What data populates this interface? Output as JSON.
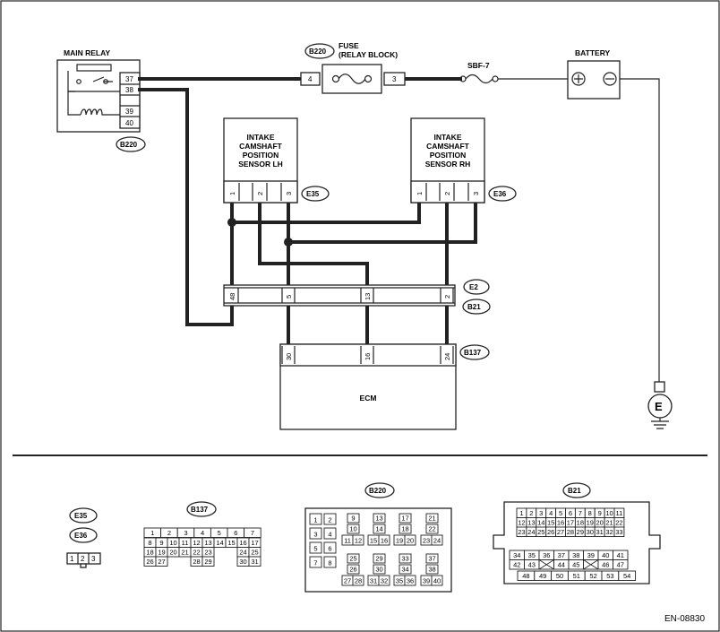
{
  "main_relay": {
    "title": "MAIN RELAY",
    "pins": [
      "37",
      "38",
      "39",
      "40"
    ],
    "connector": "B220"
  },
  "fuse": {
    "connector": "B220",
    "title_line1": "FUSE",
    "title_line2": "(RELAY BLOCK)",
    "pin_left": "4",
    "pin_right": "3"
  },
  "sbf": {
    "label": "SBF-7"
  },
  "battery": {
    "title": "BATTERY"
  },
  "sensor_lh": {
    "lines": [
      "INTAKE",
      "CAMSHAFT",
      "POSITION",
      "SENSOR LH"
    ],
    "pins": [
      "1",
      "2",
      "3"
    ],
    "connector": "E35"
  },
  "sensor_rh": {
    "lines": [
      "INTAKE",
      "CAMSHAFT",
      "POSITION",
      "SENSOR RH"
    ],
    "pins": [
      "1",
      "2",
      "3"
    ],
    "connector": "E36"
  },
  "joint": {
    "pins": [
      "48",
      "5",
      "13",
      "2"
    ],
    "connector_top": "E2",
    "connector_bottom": "B21"
  },
  "ecm": {
    "title": "ECM",
    "pins": [
      "30",
      "16",
      "24"
    ],
    "connector": "B137"
  },
  "ground": {
    "label": "E"
  },
  "legend": {
    "e35": "E35",
    "e36": "E36",
    "e35_pins": [
      "1",
      "2",
      "3"
    ],
    "b137": {
      "label": "B137",
      "rows": [
        [
          "1",
          "2",
          "3",
          "4",
          "5",
          "6",
          "7"
        ],
        [
          "8",
          "9",
          "10",
          "11",
          "12",
          "13",
          "14",
          "15",
          "16",
          "17"
        ],
        [
          "18",
          "19",
          "20",
          "21",
          "22",
          "23",
          "",
          "",
          "24",
          "25"
        ],
        [
          "26",
          "27",
          "",
          "",
          "28",
          "29",
          "",
          "",
          "30",
          "31"
        ]
      ]
    },
    "b220": {
      "label": "B220",
      "left_pins": [
        "1",
        "2",
        "3",
        "4",
        "5",
        "6",
        "7",
        "8"
      ],
      "group_pins": [
        "9",
        "10",
        "11",
        "12",
        "13",
        "14",
        "15",
        "16",
        "17",
        "18",
        "19",
        "20",
        "21",
        "22",
        "23",
        "24",
        "25",
        "26",
        "27",
        "28",
        "29",
        "30",
        "31",
        "32",
        "33",
        "34",
        "35",
        "36",
        "37",
        "38",
        "39",
        "40"
      ]
    },
    "b21": {
      "label": "B21",
      "row1": [
        "1",
        "2",
        "3",
        "4",
        "5",
        "6",
        "7",
        "8",
        "9",
        "10",
        "11"
      ],
      "row2": [
        "12",
        "13",
        "14",
        "15",
        "16",
        "17",
        "18",
        "19",
        "20",
        "21",
        "22"
      ],
      "row3": [
        "23",
        "24",
        "25",
        "26",
        "27",
        "28",
        "29",
        "30",
        "31",
        "32",
        "33"
      ],
      "row4": [
        "34",
        "35",
        "36",
        "37",
        "38",
        "39",
        "40",
        "41"
      ],
      "row5": [
        "42",
        "43",
        "",
        "44",
        "45",
        "",
        "46",
        "47"
      ],
      "row6": [
        "48",
        "49",
        "50",
        "51",
        "52",
        "53",
        "54"
      ]
    }
  },
  "code": "EN-08830"
}
